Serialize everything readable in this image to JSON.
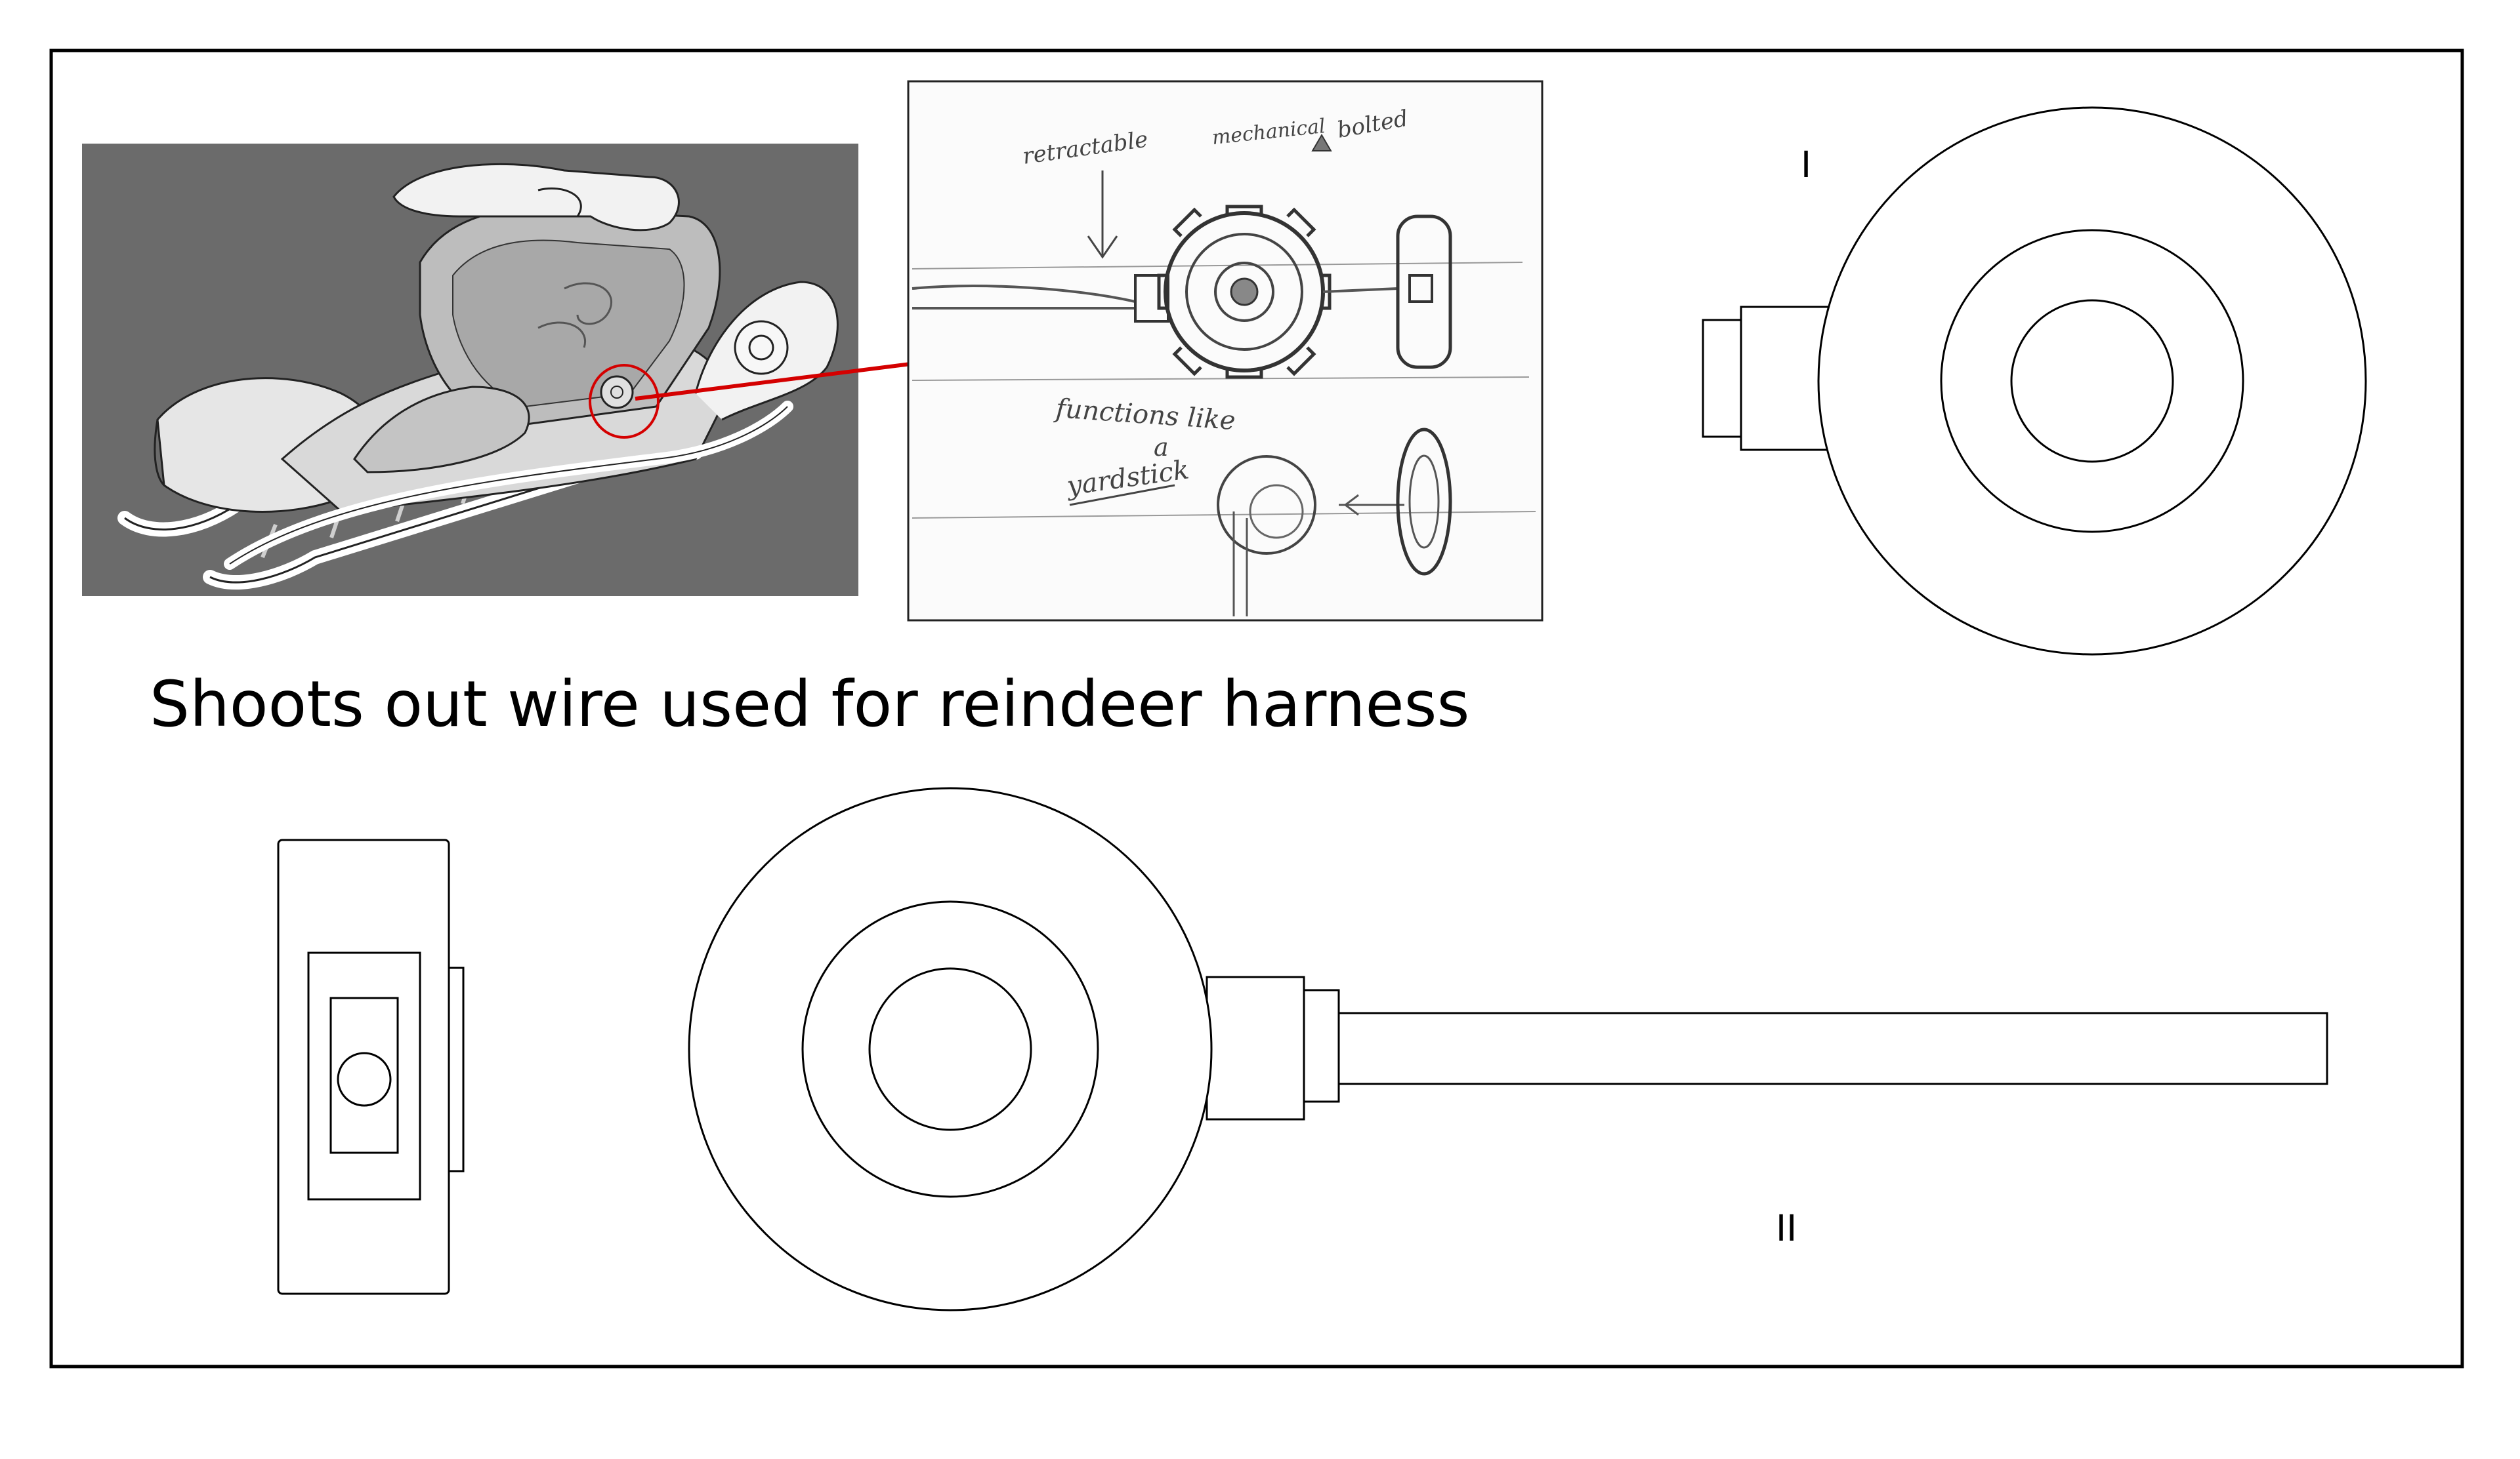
{
  "caption": "Shoots out wire used for reindeer harness",
  "views": {
    "top_right_label": "I",
    "bottom_label": "II"
  },
  "sketch_notes": {
    "retractable": "retractable",
    "mechanical": "mechanical",
    "bolted": "bolted",
    "functions_like": "functions like",
    "a": "a",
    "yardstick": "yardstick"
  },
  "colors": {
    "line": "#000000",
    "callout": "#d40000",
    "render_bg": "#6b6b6b",
    "sketch_pencil": "#555555"
  }
}
